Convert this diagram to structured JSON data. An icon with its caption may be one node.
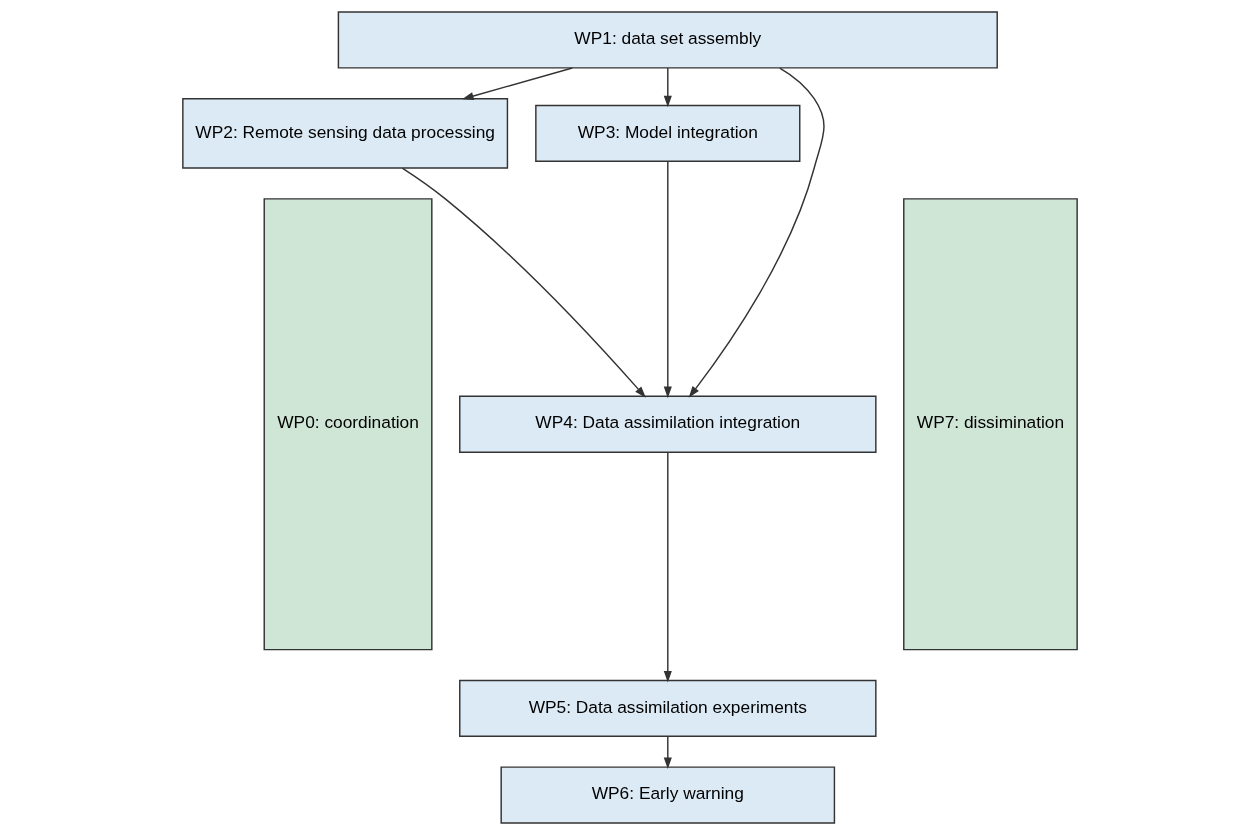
{
  "diagram": {
    "nodes": [
      {
        "text": [
          "WP0: coordination"
        ]
      },
      {
        "text": [
          "WP1: data set assembly"
        ]
      },
      {
        "text": [
          "WP2: Remote sensing data processing"
        ]
      },
      {
        "text": [
          "WP3: Model integration"
        ]
      },
      {
        "text": [
          "WP4: Data assimilation integration"
        ]
      },
      {
        "text": [
          "WP5: Data assimilation experiments"
        ]
      },
      {
        "text": [
          "WP6: Early warning"
        ]
      },
      {
        "text": [
          "WP7: dissimination"
        ]
      }
    ],
    "edges": [
      {
        "from": 1,
        "to": 2,
        "arrow": "to"
      },
      {
        "from": 1,
        "to": 4,
        "arrow": "to"
      },
      {
        "from": 1,
        "to": 3,
        "arrow": "to"
      },
      {
        "from": 2,
        "to": 4,
        "arrow": "to"
      },
      {
        "from": 3,
        "to": 4,
        "arrow": "to"
      },
      {
        "from": 4,
        "to": 5,
        "arrow": "to"
      },
      {
        "from": 5,
        "to": 6,
        "arrow": "to"
      }
    ]
  }
}
